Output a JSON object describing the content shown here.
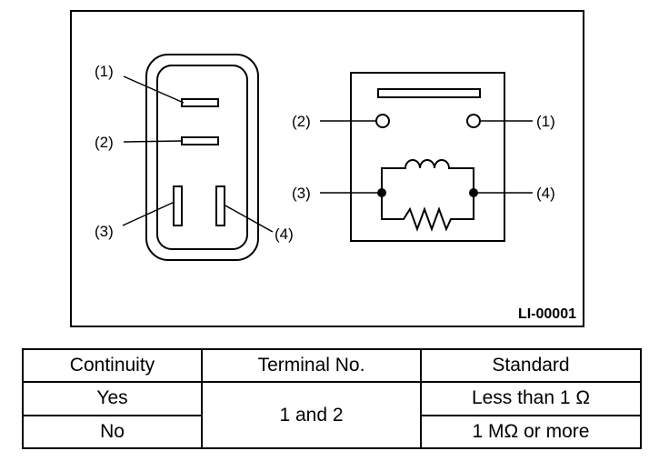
{
  "diagram": {
    "code": "LI-00001",
    "connector_labels": [
      "(1)",
      "(2)",
      "(3)",
      "(4)"
    ],
    "relay_labels": [
      "(2)",
      "(1)",
      "(3)",
      "(4)"
    ]
  },
  "table": {
    "headers": [
      "Continuity",
      "Terminal No.",
      "Standard"
    ],
    "rows": [
      {
        "continuity": "Yes",
        "terminal": "1 and 2",
        "standard": "Less than 1 Ω"
      },
      {
        "continuity": "No",
        "terminal": "1 and 2",
        "standard": "1 MΩ or more"
      }
    ]
  }
}
